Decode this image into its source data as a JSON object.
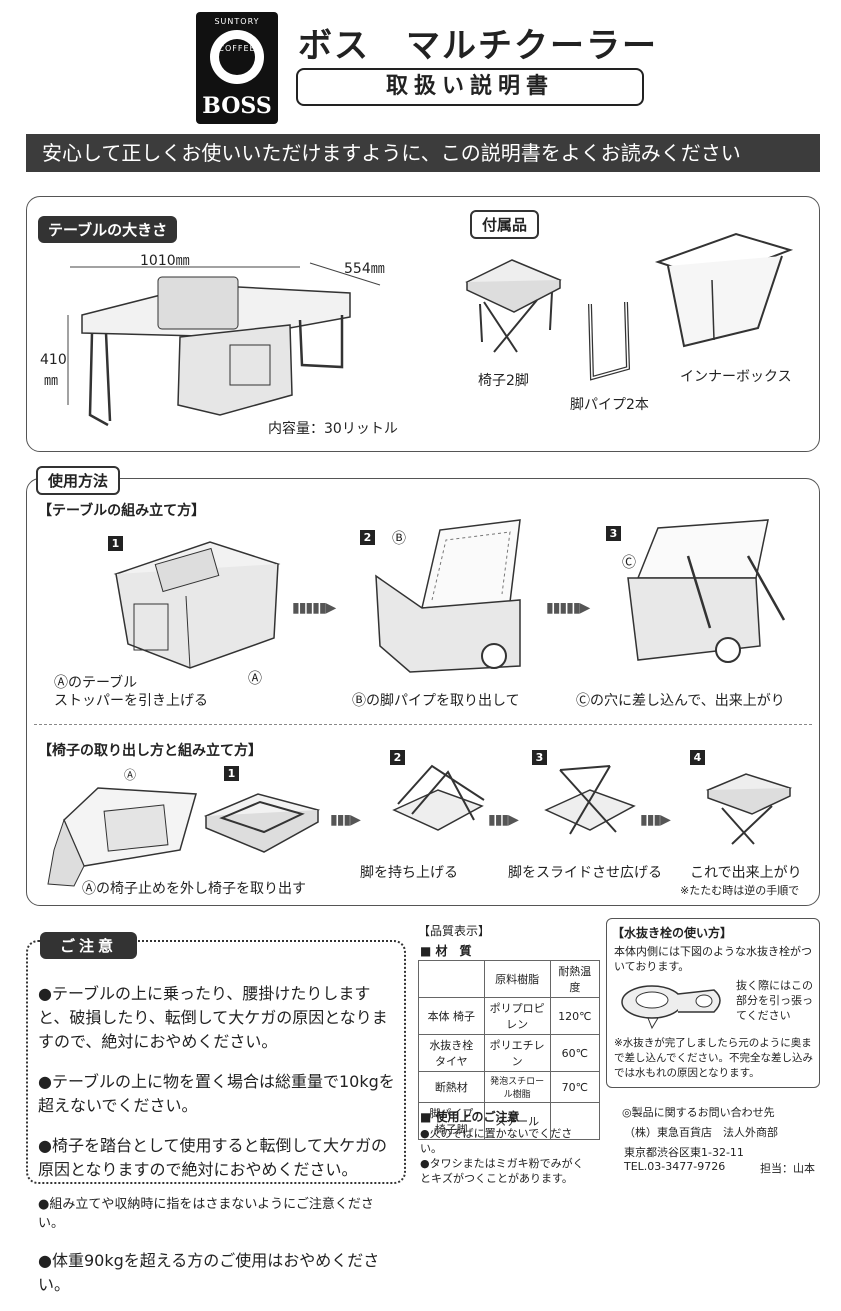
{
  "header": {
    "logo": {
      "top": "SUNTORY",
      "middle": "COFFEE",
      "bottom": "BOSS"
    },
    "title": "ボス　マルチクーラー",
    "subtitle": "取扱い説明書",
    "banner": "安心して正しくお使いいただけますように、この説明書をよくお読みください"
  },
  "table_size": {
    "heading": "テーブルの大きさ",
    "width": "1010㎜",
    "depth": "554㎜",
    "height_value": "410",
    "height_unit": "㎜",
    "capacity": "内容量：30リットル"
  },
  "accessories": {
    "heading": "付属品",
    "chair": "椅子2脚",
    "pipes": "脚パイプ2本",
    "innerbox": "インナーボックス"
  },
  "usage": {
    "heading": "使用方法",
    "table_assembly": {
      "heading": "【テーブルの組み立て方】",
      "steps": [
        {
          "num": "1",
          "line1": "Ⓐのテーブル",
          "line2": "ストッパーを引き上げる",
          "marker": "Ⓐ"
        },
        {
          "num": "2",
          "text": "Ⓑの脚パイプを取り出して",
          "marker": "Ⓑ"
        },
        {
          "num": "3",
          "text": "Ⓒの穴に差し込んで、出来上がり",
          "marker": "Ⓒ"
        }
      ]
    },
    "chair_assembly": {
      "heading": "【椅子の取り出し方と組み立て方】",
      "marker": "Ⓐ",
      "intro": "Ⓐの椅子止めを外し椅子を取り出す",
      "steps": [
        {
          "num": "1",
          "text": ""
        },
        {
          "num": "2",
          "text": "脚を持ち上げる"
        },
        {
          "num": "3",
          "text": "脚をスライドさせ広げる"
        },
        {
          "num": "4",
          "text": "これで出来上がり"
        }
      ],
      "note": "※たたむ時は逆の手順で"
    }
  },
  "caution": {
    "heading": "ご注意",
    "items": [
      "●テーブルの上に乗ったり、腰掛けたりしますと、破損したり、転倒して大ケガの原因となりますので、絶対におやめください。",
      "●テーブルの上に物を置く場合は総重量で10kgを超えないでください。",
      "●椅子を踏台として使用すると転倒して大ケガの原因となりますので絶対におやめください。",
      "●組み立てや収納時に指をはさまないようにご注意ください。",
      "●体重90kgを超える方のご使用はおやめください。"
    ]
  },
  "quality": {
    "heading": "【品質表示】",
    "material_heading": "■ 材　質",
    "cols": [
      "原料樹脂",
      "耐熱温度"
    ],
    "rows": [
      {
        "part": "本体 椅子",
        "material": "ポリプロピレン",
        "temp": "120℃"
      },
      {
        "part": "水抜き栓 タイヤ",
        "material": "ポリエチレン",
        "temp": "60℃"
      },
      {
        "part": "断熱材",
        "material": "発泡スチロール樹脂",
        "temp": "70℃"
      },
      {
        "part": "脚パイプ 椅子脚",
        "material": "スチール",
        "temp": ""
      }
    ],
    "usage_heading": "■ 使用上のご注意",
    "usage_notes": [
      "●火のそばに置かないでください。",
      "●タワシまたはミガキ粉でみがくとキズがつくことがあります。"
    ]
  },
  "drain": {
    "heading": "【水抜き栓の使い方】",
    "desc": "本体内側には下図のような水抜き栓がついております。",
    "tip": "抜く際にはこの部分を引っ張ってください",
    "note": "※水抜きが完了しましたら元のように奥まで差し込んでください。不完全な差し込みでは水もれの原因となります。"
  },
  "contact": {
    "heading": "◎製品に関するお問い合わせ先",
    "company": "（株）東急百貨店　法人外商部",
    "address": "東京都渋谷区東1-32-11",
    "tel": "TEL.03-3477-9726",
    "staff": "担当：山本"
  }
}
